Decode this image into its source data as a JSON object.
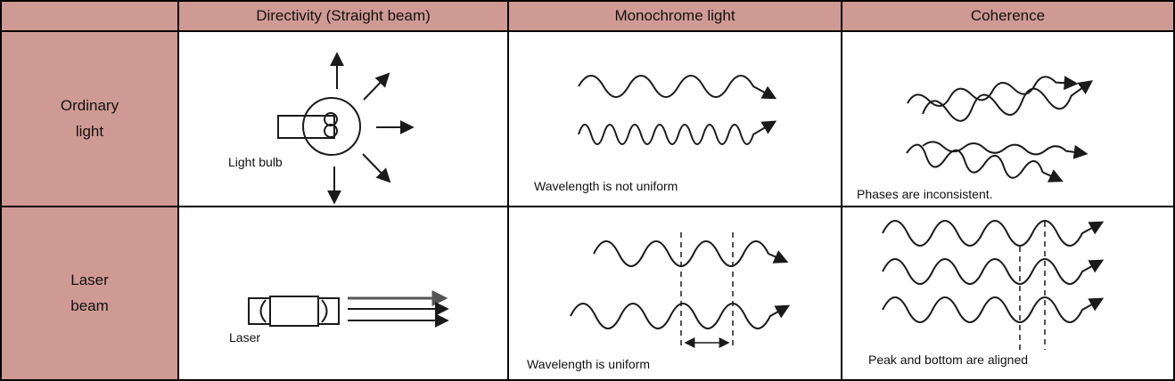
{
  "table": {
    "header": {
      "corner": "",
      "columns": [
        "Directivity (Straight beam)",
        "Monochrome light",
        "Coherence"
      ]
    },
    "rows": [
      {
        "label_lines": [
          "Ordinary",
          "light"
        ],
        "cells": {
          "directivity": {
            "caption": "Light bulb"
          },
          "monochrome": {
            "caption": "Wavelength is not uniform"
          },
          "coherence": {
            "caption": "Phases are inconsistent."
          }
        }
      },
      {
        "label_lines": [
          "Laser",
          "beam"
        ],
        "cells": {
          "directivity": {
            "caption": "Laser"
          },
          "monochrome": {
            "caption": "Wavelength is uniform"
          },
          "coherence": {
            "caption": "Peak and bottom are aligned"
          }
        }
      }
    ],
    "colors": {
      "header_bg": "#d09a94",
      "border": "#000000",
      "ink": "#1a1a1a",
      "cell_bg": "#ffffff",
      "laser_top_arrow": "#555555"
    }
  }
}
